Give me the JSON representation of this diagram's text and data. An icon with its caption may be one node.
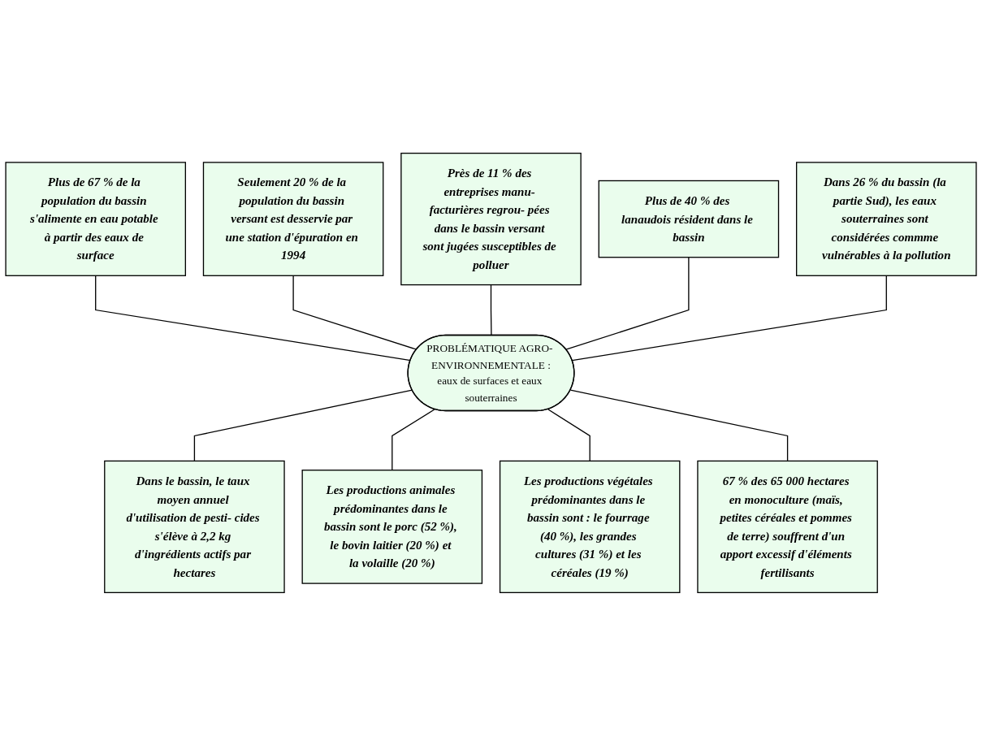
{
  "diagram": {
    "nodes": [
      {
        "text": [
          "Plus de 67 % de la population du bassin s'alimente en eau potable à partir des eaux de surface"
        ]
      },
      {
        "text": [
          "Seulement 20 % de la population du bassin versant est desservie par une station d'épuration en 1994"
        ]
      },
      {
        "text": [
          "Près de 11 % des entreprises manu- facturières regrou- pées dans le bassin versant sont jugées susceptibles de polluer"
        ]
      },
      {
        "text": [
          "Plus de 40 % des lanaudois résident dans le bassin"
        ]
      },
      {
        "text": [
          "Dans 26 % du bassin (la partie Sud), les eaux souterraines sont considérées commme vulnérables à la pollution"
        ]
      },
      {
        "text": [
          "PROBLÉMATIQUE AGRO- ENVIRONNEMENTALE :",
          "eaux de surfaces et eaux souterraines"
        ]
      },
      {
        "text": [
          "Dans le bassin, le taux moyen annuel d'utilisation de pesti- cides s'élève à 2,2 kg d'ingrédients actifs par hectares"
        ]
      },
      {
        "text": [
          "Les productions animales prédominantes dans le bassin sont le porc (52 %), le bovin laitier (20 %) et la volaille (20 %)"
        ]
      },
      {
        "text": [
          "Les productions végétales prédominantes dans le bassin sont : le fourrage (40 %), les grandes cultures (31 %) et les céréales (19 %)"
        ]
      },
      {
        "text": [
          "67 % des 65 000 hectares en monoculture (maïs, petites céréales et pommes de terre) souffrent d'un apport excessif d'éléments fertilisants"
        ]
      }
    ],
    "edges": [
      {
        "from": 0,
        "to": 5,
        "arrow": "none"
      },
      {
        "from": 1,
        "to": 5,
        "arrow": "none"
      },
      {
        "from": 2,
        "to": 5,
        "arrow": "none"
      },
      {
        "from": 3,
        "to": 5,
        "arrow": "none"
      },
      {
        "from": 4,
        "to": 5,
        "arrow": "none"
      },
      {
        "from": 5,
        "to": 6,
        "arrow": "none"
      },
      {
        "from": 5,
        "to": 7,
        "arrow": "none"
      },
      {
        "from": 5,
        "to": 8,
        "arrow": "none"
      },
      {
        "from": 5,
        "to": 9,
        "arrow": "none"
      }
    ]
  }
}
